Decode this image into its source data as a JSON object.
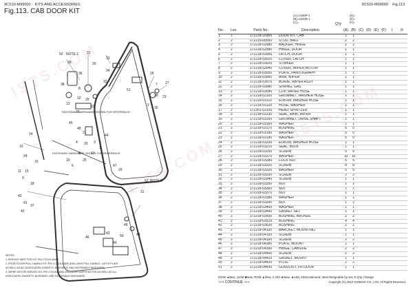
{
  "header": {
    "left_code": "9CS10-M99000",
    "left_text": "KITS AND ACCESSORIES",
    "title": "Fig.113.  CAB DOOR KIT",
    "right_code": "9CS10-M99000",
    "right_fig": "Fig.113"
  },
  "model_codes": [
    "(A)=S180P-1",
    "(B)=S220R-1",
    "(C)="
  ],
  "model_codes_right": [
    "(D)=",
    "(E)=",
    "(F)="
  ],
  "columns": {
    "no": "No.",
    "lev": "Lev.",
    "parts": "Parts No.",
    "desc": "Description",
    "qty": "Q'ty",
    "i": "I",
    "r": "R",
    "sub": [
      "(A)",
      "(B)",
      "(C)",
      "(D)",
      "(E)",
      "(F)"
    ]
  },
  "rows": [
    [
      "1",
      "1",
      "172218-16900",
      "DOOR KIT, CAB",
      "1",
      "1"
    ],
    [
      "2",
      "2",
      "172215-00550",
      "STUD, BALL",
      "2",
      "2"
    ],
    [
      "3",
      "2",
      "172218-02980",
      "BACKER, HINGE",
      "1",
      "1"
    ],
    [
      "4",
      "2",
      "172218-02990",
      "HINGE, DOOR",
      "1",
      "1"
    ],
    [
      "5",
      "2",
      "172218-03000",
      "LATCH, DOOR",
      "1",
      "1"
    ],
    [
      "6",
      "2",
      "172218-03010",
      "COVER, LATCH",
      "1",
      "1"
    ],
    [
      "7",
      "2",
      "172218-03020",
      "STRIKER",
      "1",
      "1"
    ],
    [
      "8",
      "2",
      "172218-03040",
      "COVER, WIPER MOTOR",
      "1",
      "1"
    ],
    [
      "9",
      "2",
      "172218-03050",
      "PLATE, PANTOGRAPH",
      "1",
      "1"
    ],
    [
      "10",
      "2",
      "172218-03060",
      "ARM, WIPER",
      "1",
      "1"
    ],
    [
      "11",
      "2",
      "172218-03070",
      "BLADE, WIPER ASSY",
      "1",
      "1"
    ],
    [
      "12",
      "2",
      "172218-03080",
      "SPRING, GAS",
      "1",
      "1"
    ],
    [
      "13",
      "2",
      "172218-03090",
      "CLIP, WIPER HOSE",
      "1",
      "1"
    ],
    [
      "14",
      "2",
      "172218-03100",
      "GROMMET, WASHER HOSE",
      "1",
      "1"
    ],
    [
      "15",
      "2",
      "172218-03110",
      "ELBOW, WASHER HOSE",
      "1",
      "1"
    ],
    [
      "16",
      "2",
      "172218-03120",
      "HOSE, WASHER",
      "1",
      "1"
    ],
    [
      "17",
      "2",
      "172351-03100",
      "HEAD, SPRITZER",
      "1",
      "1"
    ],
    [
      "18",
      "2",
      "172218-03130",
      "SEAL, RAIN, WIPER",
      "1",
      "1"
    ],
    [
      "19",
      "2",
      "172218-03150",
      "GROMMET, DRIVE SHAFT",
      "1",
      "1"
    ],
    [
      "20",
      "2",
      "172218-03160",
      "WASHER",
      "1",
      "1"
    ],
    [
      "21",
      "2",
      "172218-03170",
      "BUSHING",
      "5",
      "5"
    ],
    [
      "22",
      "2",
      "172218-03180",
      "WASHER",
      "5",
      "5"
    ],
    [
      "23",
      "2",
      "172218-03190",
      "WASHER",
      "5",
      "5"
    ],
    [
      "24",
      "2",
      "172218-03200",
      "ELBOW, WASHER HOSE",
      "1",
      "1"
    ],
    [
      "25",
      "2",
      "172218-03210",
      "SEAL, BULB",
      "1",
      "1"
    ],
    [
      "26",
      "2",
      "172218-03250",
      "SCREW",
      "5",
      "5"
    ],
    [
      "27",
      "2",
      "172218-03270",
      "WASHER",
      "10",
      "10"
    ],
    [
      "28",
      "2",
      "172218-03280",
      "LOCK NUT",
      "5",
      "5"
    ],
    [
      "29",
      "2",
      "172218-03310",
      "SCREW",
      "8",
      "8"
    ],
    [
      "30",
      "2",
      "172218-03320",
      "WASHER",
      "5",
      "5"
    ],
    [
      "31",
      "2",
      "172218-03330",
      "SCREW",
      "2",
      "2"
    ],
    [
      "32",
      "2",
      "172218-03340",
      "SCREW",
      "1",
      "1"
    ],
    [
      "33",
      "2",
      "172218-03350",
      "NUT",
      "1",
      "1"
    ],
    [
      "34",
      "2",
      "172218-03360",
      "NUT",
      "1",
      "1"
    ],
    [
      "35",
      "2",
      "172218-03370",
      "NUT",
      "1",
      "1"
    ],
    [
      "36",
      "2",
      "172218-03380",
      "WASHER",
      "1",
      "1"
    ],
    [
      "37",
      "2",
      "172218-03390",
      "NUT",
      "1",
      "1"
    ],
    [
      "38",
      "2",
      "172218-03400",
      "WASHER",
      "1",
      "1"
    ],
    [
      "39",
      "2",
      "172218-03490",
      "GASKET SET",
      "1",
      "1"
    ],
    [
      "40",
      "2",
      "172218-03500",
      "BUSHING, BRONZE",
      "2",
      "2"
    ],
    [
      "41",
      "2",
      "172218-03510",
      "BUSHING",
      "4",
      "4"
    ],
    [
      "42",
      "2",
      "172218-03520",
      "BUSHING",
      "2",
      "2"
    ],
    [
      "43",
      "2",
      "172218-04130",
      "BARCKET, MOUNTING",
      "1",
      "1"
    ],
    [
      "44",
      "2",
      "172218-04150",
      "SCREW",
      "1",
      "1"
    ],
    [
      "45",
      "2",
      "172218-04160",
      "SCREW",
      "2",
      "2"
    ],
    [
      "46",
      "2",
      "172218-04380",
      "PLATE, MOUNT",
      "1",
      "1"
    ],
    [
      "47",
      "2",
      "172218-04390",
      "HINGE, CABSIDE",
      "2",
      "2"
    ],
    [
      "48",
      "2",
      "172218-04400",
      "SCREW",
      "2",
      "2"
    ],
    [
      "49",
      "2",
      "172218-04410",
      "GASKET, MOUNT",
      "1",
      "1"
    ],
    [
      "50",
      "2",
      "172218-04420",
      "PLUG",
      "2",
      "2"
    ],
    [
      "51",
      "2",
      "172218-04430",
      "GLASS KIT, FR DOOR",
      "1",
      "1"
    ]
  ],
  "footer": {
    "legend": "NOW: ●New, ◎Old ■New, ROld ▲New, S Old ★New, ★Add, ZDiscontinued. Interchangeable by set, K:Q'ty Change",
    "continue": "CONTINUE",
    "copyright": "Copyright (C) 2013 YANMAR CO., LTD. All Rights Reserved."
  },
  "diagram": {
    "callouts": [
      "52",
      "NOTE 2",
      "31",
      "39",
      "30",
      "36",
      "33",
      "34",
      "38",
      "26",
      "27",
      "7",
      "8",
      "32",
      "28",
      "23",
      "12",
      "29",
      "13",
      "35",
      "51",
      "2",
      "30",
      "22",
      "45",
      "48",
      "21",
      "44",
      "4",
      "20",
      "3",
      "1",
      "17",
      "6",
      "25",
      "19",
      "5",
      "14",
      "10",
      "47",
      "29",
      "24",
      "16",
      "15",
      "9",
      "40",
      "41",
      "37",
      "42",
      "11",
      "18",
      "52",
      "NOTE 2",
      "31",
      "46",
      "50",
      "43",
      "49"
    ],
    "labels": [
      "FASTENING HARDWARE SHOWN FOR REFERENCE",
      "FASTENING HARDWARE SHOWN FOR REFERENCE",
      "49",
      "43"
    ],
    "notes": [
      "NOTES:",
      "1. SERVICE PART FOR KIT: P/N 172218-00400",
      "2. FRONT DOOR PULL HANDLE KIT: P/N 172218-00500 (INCLUDES PULL HANDLE, LATCH PLATE",
      "   AS WELL AS ALL ASSOCIATED GASKETS, BUSHINGS, AND FASTENING HARDWARE)",
      "3. WIPER MOTOR SERVICE KIT: P/N 172218-00600 (INCLUDES WIPER MOTOR AS WELL AS ALL",
      "   ASSOCIATED GASKETS, BUSHINGS, AND FASTENING HARDWARE)"
    ],
    "watermark": "ISTS.COM"
  }
}
